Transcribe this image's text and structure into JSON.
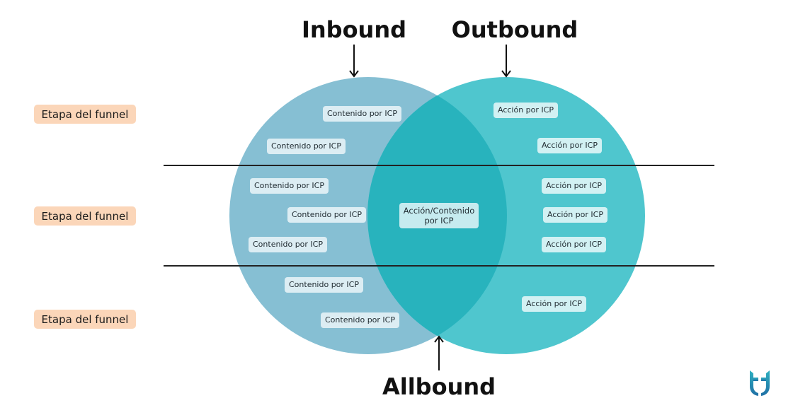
{
  "titles": {
    "inbound": "Inbound",
    "outbound": "Outbound",
    "allbound": "Allbound"
  },
  "colors": {
    "inbound_circle": "#86bfd3",
    "outbound_circle": "#4fc6ce",
    "intersection": "#28b3bd",
    "stage_label_bg": "#fbd6b9",
    "tag_bg": "#dcedf3",
    "logo_gradient": [
      "#2a9fb6",
      "#1f6fa5"
    ]
  },
  "stages": [
    {
      "label": "Etapa del funnel"
    },
    {
      "label": "Etapa del funnel"
    },
    {
      "label": "Etapa del funnel"
    }
  ],
  "inbound_tags": [
    {
      "label": "Contenido por ICP",
      "stage": 1
    },
    {
      "label": "Contenido por ICP",
      "stage": 1
    },
    {
      "label": "Contenido por ICP",
      "stage": 2
    },
    {
      "label": "Contenido por ICP",
      "stage": 2
    },
    {
      "label": "Contenido por ICP",
      "stage": 2
    },
    {
      "label": "Contenido por ICP",
      "stage": 3
    },
    {
      "label": "Contenido por ICP",
      "stage": 3
    }
  ],
  "outbound_tags": [
    {
      "label": "Acción por ICP",
      "stage": 1
    },
    {
      "label": "Acción por ICP",
      "stage": 1
    },
    {
      "label": "Acción por ICP",
      "stage": 2
    },
    {
      "label": "Acción por ICP",
      "stage": 2
    },
    {
      "label": "Acción por ICP",
      "stage": 2
    },
    {
      "label": "Acción por ICP",
      "stage": 3
    }
  ],
  "center_tag": {
    "label": "Acción/Contenido por ICP",
    "stage": 2
  },
  "logo": {
    "icon": "brand-logo-icon"
  }
}
